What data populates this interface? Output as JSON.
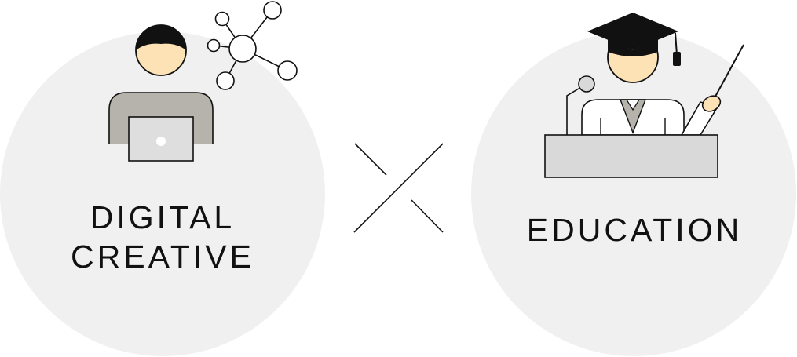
{
  "colors": {
    "circle_fill": "#f0f0f0",
    "skin": "#fce2b4",
    "hair": "#111111",
    "shirt_gray": "#b6b3ad",
    "laptop_fill": "#dedede",
    "podium_fill": "#d9d9d9",
    "line": "#111111",
    "white": "#ffffff"
  },
  "left": {
    "line1": "DIGITAL",
    "line2": "CREATIVE",
    "icons": [
      "person-icon",
      "laptop-icon",
      "network-icon"
    ]
  },
  "right": {
    "label": "EDUCATION",
    "icons": [
      "graduate-teacher-icon",
      "graduation-cap-icon",
      "microphone-icon",
      "podium-icon",
      "pointer-stick-icon"
    ]
  },
  "center": {
    "symbol": "cross-icon"
  }
}
